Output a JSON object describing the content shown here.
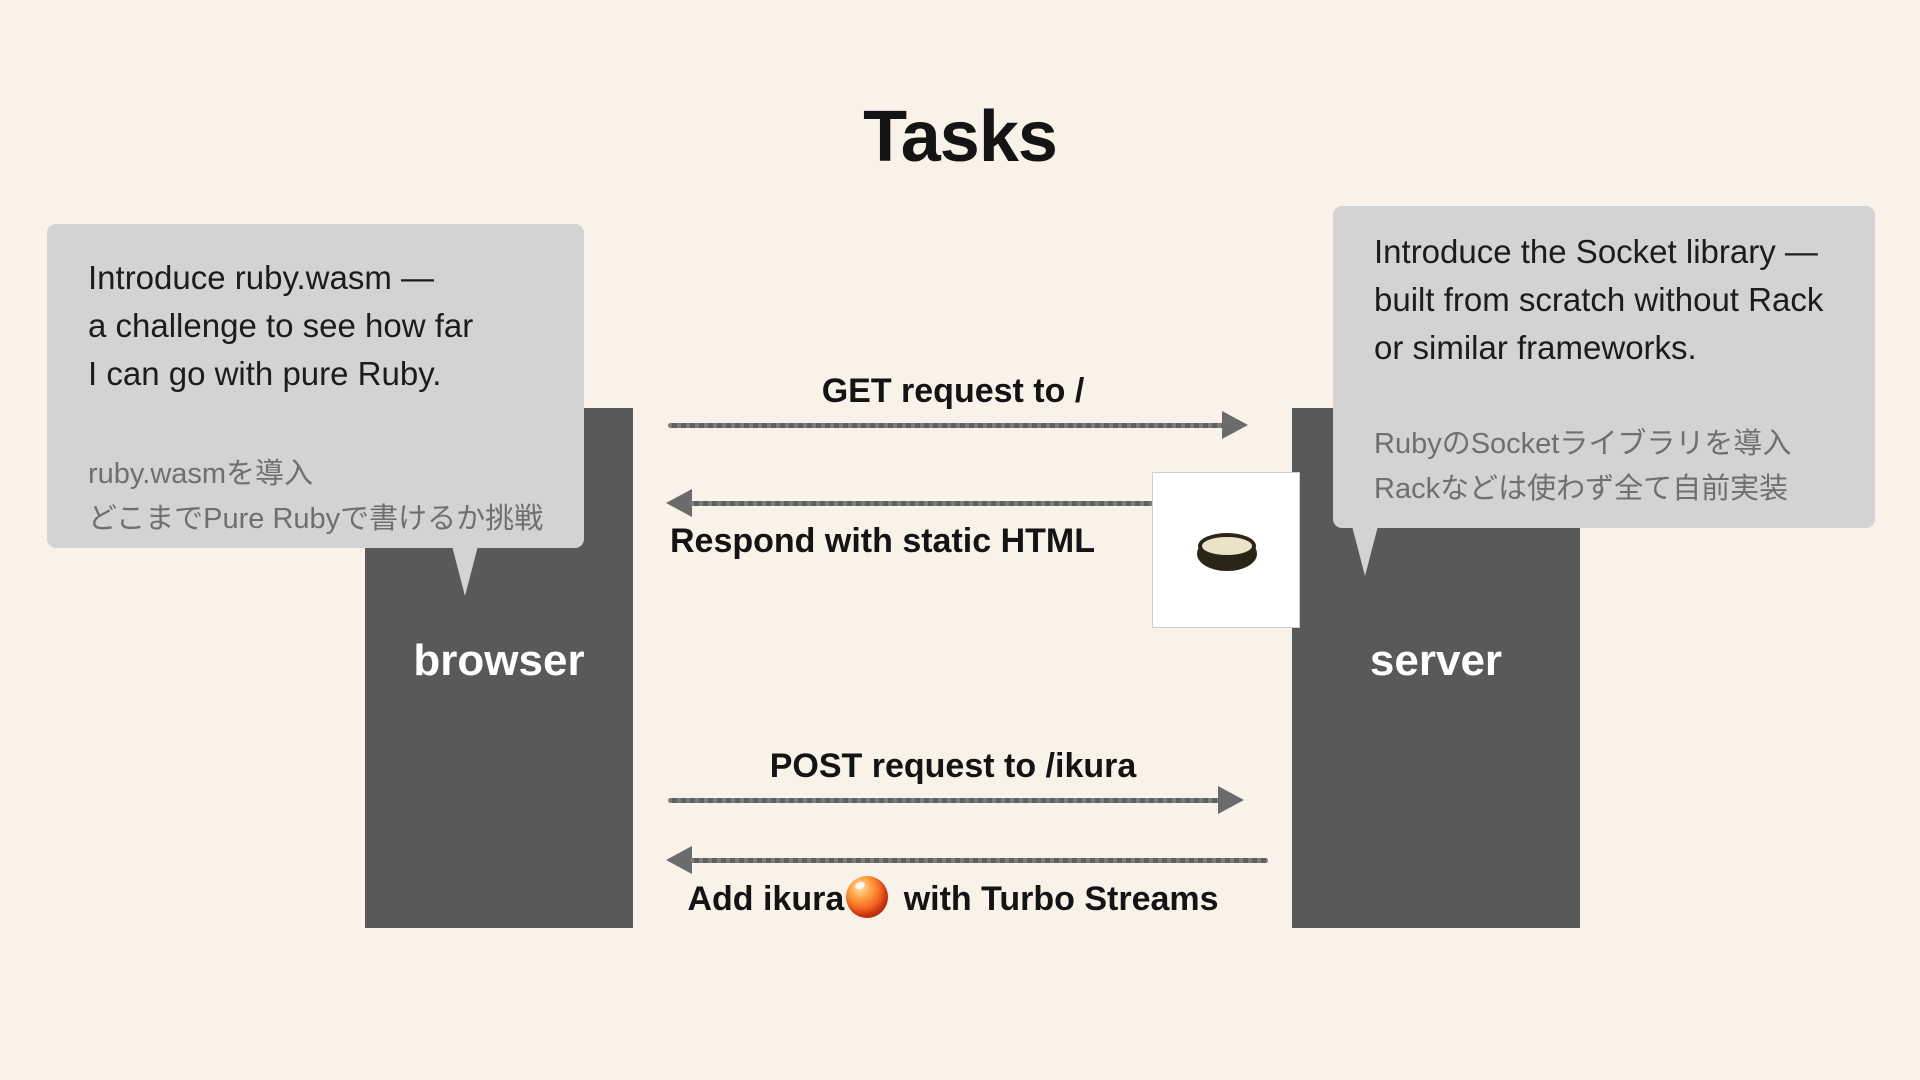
{
  "title": "Tasks",
  "colors": {
    "background": "#f9f2e8",
    "bubble": "#d3d3d3",
    "actor_box": "#595959",
    "arrow": "#6b6b6b",
    "text_primary": "#141414",
    "text_secondary": "#6f6f6f",
    "ikura_orange": "#ef4f1a"
  },
  "left_bubble": {
    "lines_en": [
      "Introduce ruby.wasm —",
      "a challenge to see how far",
      "I can go with pure Ruby."
    ],
    "lines_jp": [
      "ruby.wasmを導入",
      "どこまでPure Rubyで書けるか挑戦"
    ]
  },
  "right_bubble": {
    "lines_en": [
      "Introduce the Socket library —",
      "built from scratch without Rack",
      "or similar frameworks."
    ],
    "lines_jp": [
      "RubyのSocketライブラリを導入",
      "Rackなどは使わず全て自前実装"
    ]
  },
  "actors": {
    "left": "browser",
    "right": "server"
  },
  "messages": {
    "get": "GET request to /",
    "respond": "Respond with static HTML",
    "post": "POST request to /ikura",
    "add_prefix": "Add ikura",
    "add_suffix": " with Turbo Streams"
  },
  "icons": {
    "sushi": "maki-roll-icon",
    "ikura": "ikura-emoji"
  }
}
